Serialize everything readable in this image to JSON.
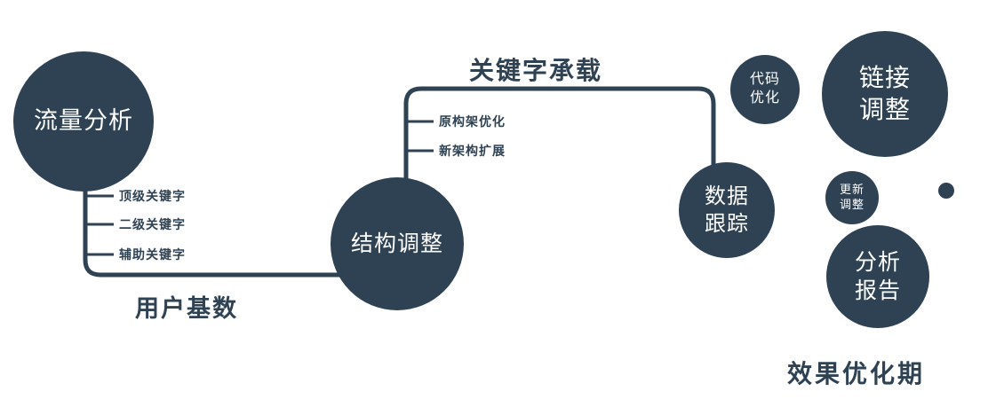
{
  "colors": {
    "accent": "#2e4254",
    "background": "#ffffff",
    "node_text": "#ffffff"
  },
  "nodes": {
    "traffic_analysis": {
      "label": "流量分析"
    },
    "structure_adjustment": {
      "label": "结构调整"
    },
    "data_tracking": {
      "label": "数据\n跟踪"
    },
    "code_optimization": {
      "label": "代码\n优化"
    },
    "link_adjustment": {
      "label": "链接\n调整"
    },
    "update_adjustment": {
      "label": "更新\n调整"
    },
    "analysis_report": {
      "label": "分析\n报告"
    }
  },
  "edge_labels": {
    "user_base": "用户基数",
    "keyword_carrying": "关键字承载"
  },
  "branches": {
    "traffic": [
      "顶级关键字",
      "二级关键字",
      "辅助关键字"
    ],
    "structure": [
      "原构架优化",
      "新架构扩展"
    ]
  },
  "caption": "效果优化期"
}
